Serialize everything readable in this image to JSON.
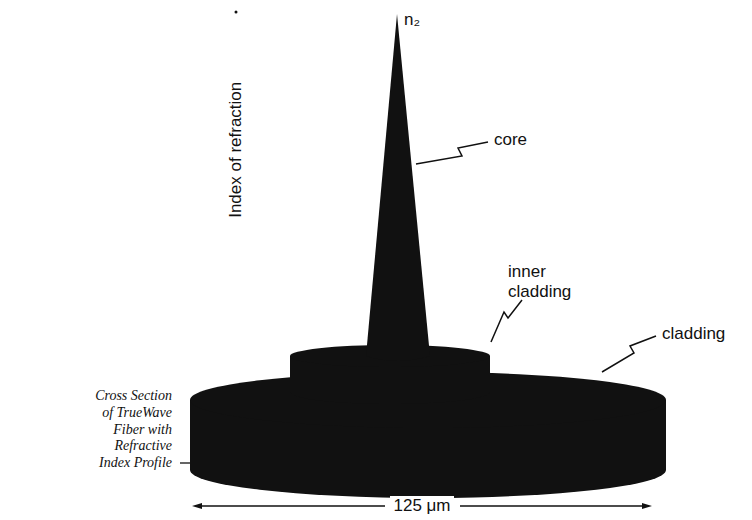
{
  "diagram": {
    "caption": "Cross Section of TrueWave Fiber with Refractive Index Profile",
    "labels": [
      "n₂",
      "core",
      "inner cladding",
      "cladding",
      "Index of refraction",
      "125 μm"
    ]
  }
}
